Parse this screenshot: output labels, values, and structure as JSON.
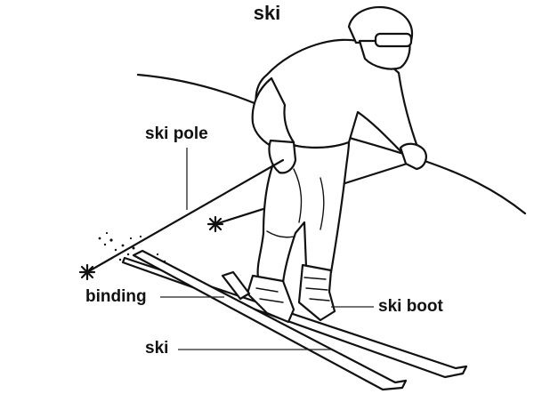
{
  "title": "ski",
  "labels": {
    "ski_pole": "ski pole",
    "binding": "binding",
    "ski_boot": "ski boot",
    "ski": "ski"
  },
  "colors": {
    "ink": "#111111",
    "background": "#ffffff"
  }
}
